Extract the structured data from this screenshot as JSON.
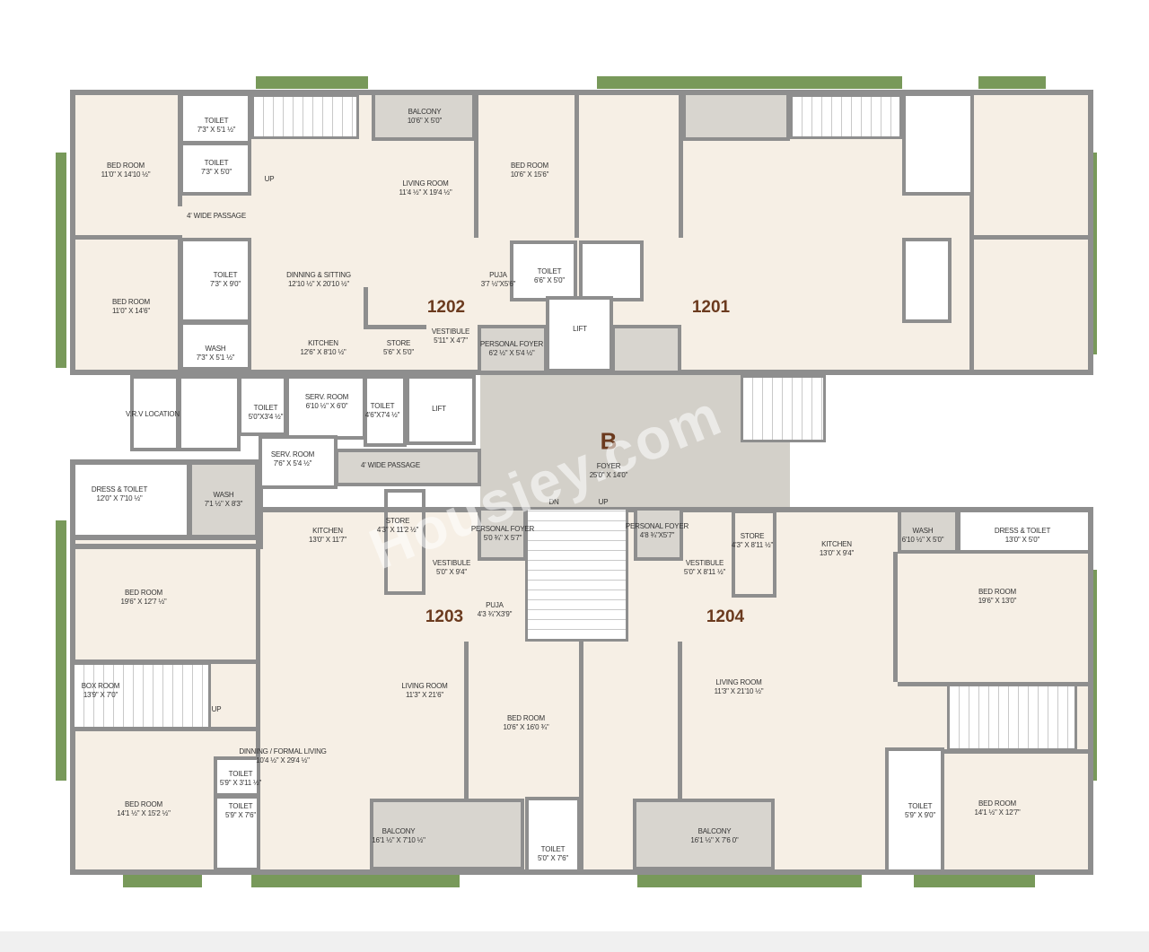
{
  "colors": {
    "floor": "#f6efe5",
    "wall": "#8e8e8e",
    "common_area": "#d3d0c9",
    "landscape": "#78995a",
    "unit_number": "#6b3a1e"
  },
  "block": "B",
  "watermark": "Housiey.com",
  "units": [
    "1202",
    "1201",
    "1203",
    "1204"
  ],
  "stair_labels": {
    "up_1202": "UP",
    "up_1203": "UP",
    "down": "DN",
    "up": "UP"
  },
  "rooms": [
    {
      "name": "TOILET",
      "dim": "7'3\" X 5'1 ½\""
    },
    {
      "name": "TOILET",
      "dim": "7'3\" X 5'0\""
    },
    {
      "name": "BED ROOM",
      "dim": "11'0\" X 14'10 ½\""
    },
    {
      "name": "4' WIDE PASSAGE",
      "dim": ""
    },
    {
      "name": "LIVING ROOM",
      "dim": "11'4 ½\" X 19'4 ½\""
    },
    {
      "name": "BALCONY",
      "dim": "10'6\" X 5'0\""
    },
    {
      "name": "BED ROOM",
      "dim": "11'0\" X 14'6\""
    },
    {
      "name": "TOILET",
      "dim": "7'3\" X 9'0\""
    },
    {
      "name": "DINNING & SITTING",
      "dim": "12'10 ½\" X 20'10 ½\""
    },
    {
      "name": "WASH",
      "dim": "7'3\" X 5'1 ½\""
    },
    {
      "name": "KITCHEN",
      "dim": "12'6\" X 8'10 ½\""
    },
    {
      "name": "STORE",
      "dim": "5'6\" X 5'0\""
    },
    {
      "name": "VESTIBULE",
      "dim": "5'11\" X 4'7\""
    },
    {
      "name": "PUJA",
      "dim": "3'7 ½\"X5'6\""
    },
    {
      "name": "BED ROOM",
      "dim": "10'6\" X 15'6\""
    },
    {
      "name": "TOILET",
      "dim": "6'6\" X 5'0\""
    },
    {
      "name": "PERSONAL FOYER",
      "dim": "6'2 ½\" X 5'4 ½\""
    },
    {
      "name": "LIFT",
      "dim": ""
    },
    {
      "name": "V.R.V LOCATION",
      "dim": ""
    },
    {
      "name": "TOILET",
      "dim": "5'0\"X3'4 ½\""
    },
    {
      "name": "SERV. ROOM",
      "dim": "6'10 ½\" X 6'0\""
    },
    {
      "name": "TOILET",
      "dim": "4'6\"X7'4 ½\""
    },
    {
      "name": "LIFT",
      "dim": ""
    },
    {
      "name": "SERV. ROOM",
      "dim": "7'6\" X 5'4 ½\""
    },
    {
      "name": "4' WIDE PASSAGE",
      "dim": ""
    },
    {
      "name": "FOYER",
      "dim": "25'0\" X 14'0\""
    },
    {
      "name": "",
      "dim": ""
    },
    {
      "name": "DRESS & TOILET",
      "dim": "12'0\" X 7'10 ½\""
    },
    {
      "name": "WASH",
      "dim": "7'1 ½\" X 8'3\""
    },
    {
      "name": "KITCHEN",
      "dim": "13'0\" X 11'7\""
    },
    {
      "name": "STORE",
      "dim": "4'3\" X 11'2 ½\""
    },
    {
      "name": "PERSONAL FOYER",
      "dim": "5'0 ¾\" X 5'7\""
    },
    {
      "name": "VESTIBULE",
      "dim": "5'0\" X 9'4\""
    },
    {
      "name": "PUJA",
      "dim": "4'3 ¾\"X3'9\""
    },
    {
      "name": "BED ROOM",
      "dim": "19'6\" X 12'7 ½\""
    },
    {
      "name": "BOX ROOM",
      "dim": "13'9\" X 7'0\""
    },
    {
      "name": "LIVING ROOM",
      "dim": "11'3\" X 21'6\""
    },
    {
      "name": "BED ROOM",
      "dim": "10'6\" X 16'0 ¾\""
    },
    {
      "name": "DINNING / FORMAL LIVING",
      "dim": "10'4 ½\" X 29'4 ½\""
    },
    {
      "name": "TOILET",
      "dim": "5'9\" X 3'11 ½\""
    },
    {
      "name": "TOILET",
      "dim": "5'9\" X 7'6\""
    },
    {
      "name": "BED ROOM",
      "dim": "14'1 ½\" X 15'2 ½\""
    },
    {
      "name": "BALCONY",
      "dim": "16'1 ½\" X 7'10 ½\""
    },
    {
      "name": "TOILET",
      "dim": "5'0\" X 7'6\""
    },
    {
      "name": "PERSONAL FOYER",
      "dim": "4'8 ¾\"X5'7\""
    },
    {
      "name": "VESTIBULE",
      "dim": "5'0\" X 8'11 ½\""
    },
    {
      "name": "STORE",
      "dim": "4'3\" X 8'11 ½\""
    },
    {
      "name": "KITCHEN",
      "dim": "13'0\" X 9'4\""
    },
    {
      "name": "WASH",
      "dim": "6'10 ½\" X 5'0\""
    },
    {
      "name": "DRESS & TOILET",
      "dim": "13'0\" X 5'0\""
    },
    {
      "name": "BED ROOM",
      "dim": "19'6\" X 13'0\""
    },
    {
      "name": "LIVING ROOM",
      "dim": "11'3\" X 21'10 ½\""
    },
    {
      "name": "TOILET",
      "dim": "5'9\" X 9'0\""
    },
    {
      "name": "BED ROOM",
      "dim": "14'1 ½\" X 12'7\""
    },
    {
      "name": "BALCONY",
      "dim": "16'1 ½\" X 7'6 0\""
    }
  ]
}
